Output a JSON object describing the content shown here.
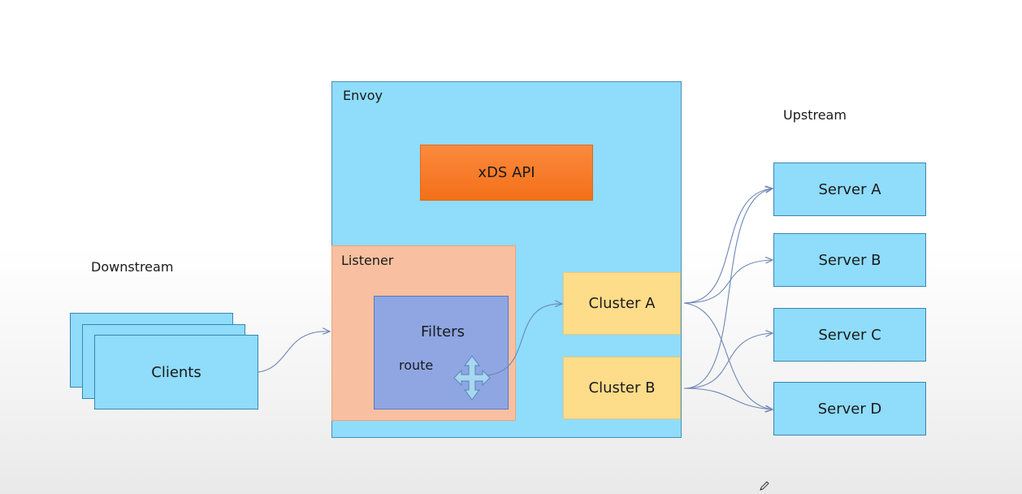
{
  "labels": {
    "downstream": "Downstream",
    "upstream": "Upstream",
    "envoy": "Envoy",
    "xds": "xDS API",
    "listener": "Listener",
    "filters": "Filters",
    "route": "route",
    "clients": "Clients"
  },
  "clusters": [
    {
      "id": "cluster-a",
      "label": "Cluster A"
    },
    {
      "id": "cluster-b",
      "label": "Cluster B"
    }
  ],
  "servers": [
    {
      "id": "server-a",
      "label": "Server A"
    },
    {
      "id": "server-b",
      "label": "Server B"
    },
    {
      "id": "server-c",
      "label": "Server C"
    },
    {
      "id": "server-d",
      "label": "Server D"
    }
  ],
  "icons": {
    "route": "four-way-arrow-icon",
    "cursor": "pencil-icon"
  },
  "colors": {
    "envoy": "#8fdcfb",
    "xds": "#f46f18",
    "listener": "#f8c0a0",
    "filters": "#8fa6e3",
    "cluster": "#fddc8a",
    "server": "#8fdcfb",
    "connector": "#6d87b6"
  }
}
